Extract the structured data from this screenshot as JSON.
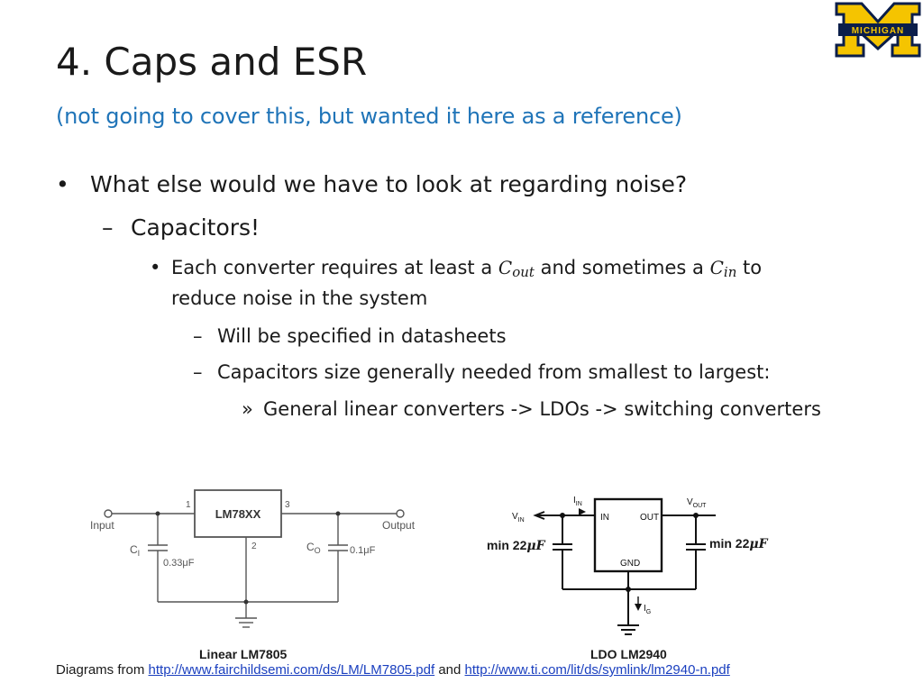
{
  "logo": {
    "text": "MICHIGAN",
    "colors": {
      "maize": "#f5c400",
      "blue": "#0b1e4a"
    }
  },
  "title": "4. Caps and ESR",
  "subtitle": "(not going to cover this, but wanted it here as a reference)",
  "bullets": {
    "b1": {
      "marker": "•",
      "text": "What else would we have to look at regarding noise?"
    },
    "b2": {
      "marker": "–",
      "text": "Capacitors!"
    },
    "b3": {
      "marker": "•",
      "part1": "Each converter requires at least a ",
      "cout_base": "C",
      "cout_sub": "out",
      "part2": " and sometimes a ",
      "cin_base": "C",
      "cin_sub": "in",
      "part3": " to",
      "line2": "reduce noise in the system"
    },
    "b4": {
      "marker": "–",
      "text": "Will be specified in datasheets"
    },
    "b5": {
      "marker": "–",
      "text": "Capacitors size generally needed from smallest to largest:"
    },
    "b6": {
      "marker": "»",
      "text": "General linear converters -> LDOs -> switching converters"
    }
  },
  "left_circuit": {
    "chip": "LM78XX",
    "pin1": "1",
    "pin2": "2",
    "pin3": "3",
    "input": "Input",
    "output": "Output",
    "ci": "C",
    "ci_sub": "I",
    "ci_val": "0.33μF",
    "co": "C",
    "co_sub": "O",
    "co_val": "0.1μF",
    "caption": "Linear LM7805"
  },
  "right_circuit": {
    "in": "IN",
    "out": "OUT",
    "gnd": "GND",
    "iin": "I",
    "iin_sub": "IN",
    "vin": "V",
    "vin_sub": "IN",
    "vout": "V",
    "vout_sub": "OUT",
    "ig": "I",
    "ig_sub": "G",
    "min_left": "min 22",
    "min_right": "min 22",
    "unit": "μF",
    "caption": "LDO LM2940"
  },
  "footer": {
    "prefix": "Diagrams from ",
    "link1": "http://www.fairchildsemi.com/ds/LM/LM7805.pdf",
    "mid": " and ",
    "link2": "http://www.ti.com/lit/ds/symlink/lm2940-n.pdf"
  }
}
